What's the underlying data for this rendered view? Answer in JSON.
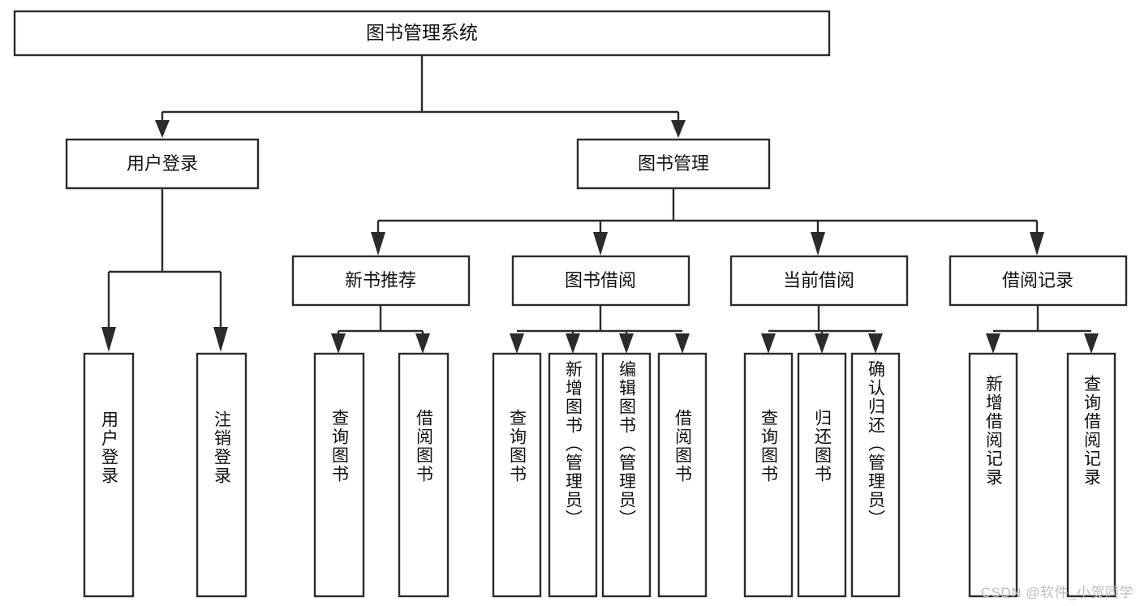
{
  "diagram": {
    "title": "图书管理系统",
    "watermark": "CSDN @软件_小贺同学",
    "colors": {
      "stroke": "#2b2b2b",
      "fill": "#ffffff",
      "text": "#111111",
      "watermark": "#bdbdbd"
    },
    "root": {
      "label": "图书管理系统"
    },
    "level2": [
      {
        "label": "用户登录"
      },
      {
        "label": "图书管理"
      }
    ],
    "level3": [
      {
        "label": "新书推荐"
      },
      {
        "label": "图书借阅"
      },
      {
        "label": "当前借阅"
      },
      {
        "label": "借阅记录"
      }
    ],
    "leaves": {
      "user_login": [
        {
          "label": "用户登录"
        },
        {
          "label": "注销登录"
        }
      ],
      "new_book": [
        {
          "label": "查询图书"
        },
        {
          "label": "借阅图书"
        }
      ],
      "borrow_book": [
        {
          "label": "查询图书"
        },
        {
          "label": "新增图书（管理员）"
        },
        {
          "label": "编辑图书（管理员）"
        },
        {
          "label": "借阅图书"
        }
      ],
      "current_borrow": [
        {
          "label": "查询图书"
        },
        {
          "label": "归还图书"
        },
        {
          "label": "确认归还（管理员）"
        }
      ],
      "borrow_record": [
        {
          "label": "新增借阅记录"
        },
        {
          "label": "查询借阅记录"
        }
      ]
    }
  }
}
